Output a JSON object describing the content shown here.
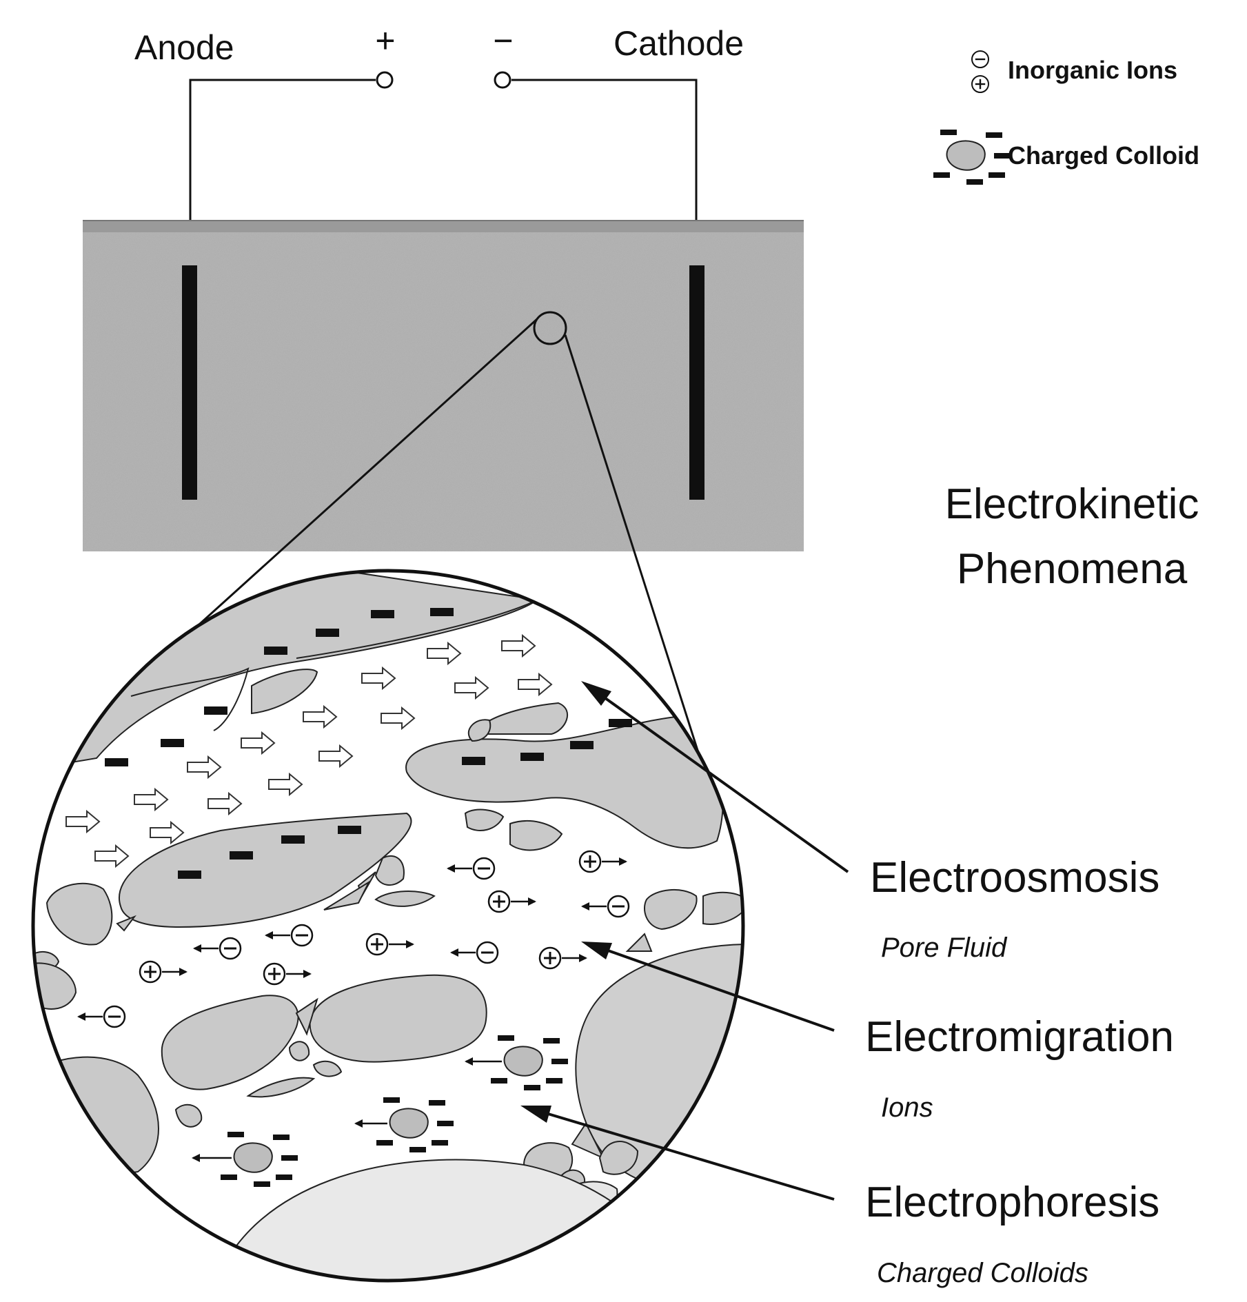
{
  "circuit": {
    "anode_label": "Anode",
    "cathode_label": "Cathode",
    "plus_sign": "+",
    "minus_sign": "−"
  },
  "legend": {
    "inorganic_ions": "Inorganic Ions",
    "charged_colloid": "Charged Colloid"
  },
  "heading": {
    "line1": "Electrokinetic",
    "line2": "Phenomena"
  },
  "phenomena": [
    {
      "name": "Electroosmosis",
      "subtitle": "Pore Fluid"
    },
    {
      "name": "Electromigration",
      "subtitle": "Ions"
    },
    {
      "name": "Electrophoresis",
      "subtitle": "Charged Colloids"
    }
  ],
  "colors": {
    "soil": "#b4b4b4",
    "grain": "#c9c9c9",
    "ink": "#111111"
  }
}
